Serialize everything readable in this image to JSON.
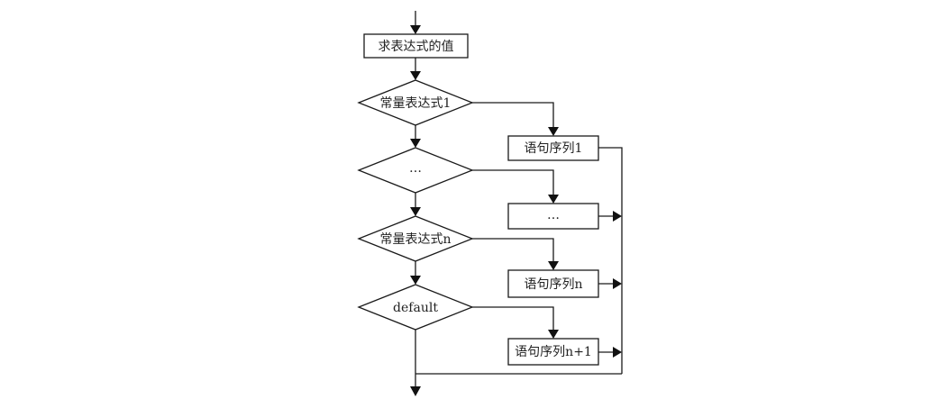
{
  "flowchart": {
    "type": "switch-statement flowchart",
    "start_box": {
      "label": "求表达式的值"
    },
    "conditions": [
      {
        "label": "常量表达式1",
        "statement": "语句序列1"
      },
      {
        "label": "…",
        "statement": "…"
      },
      {
        "label": "常量表达式n",
        "statement": "语句序列n"
      },
      {
        "label": "default",
        "statement": "语句序列n+1"
      }
    ],
    "colors": {
      "stroke": "#1a1a1a",
      "fill": "#ffffff",
      "text": "#222222"
    }
  }
}
